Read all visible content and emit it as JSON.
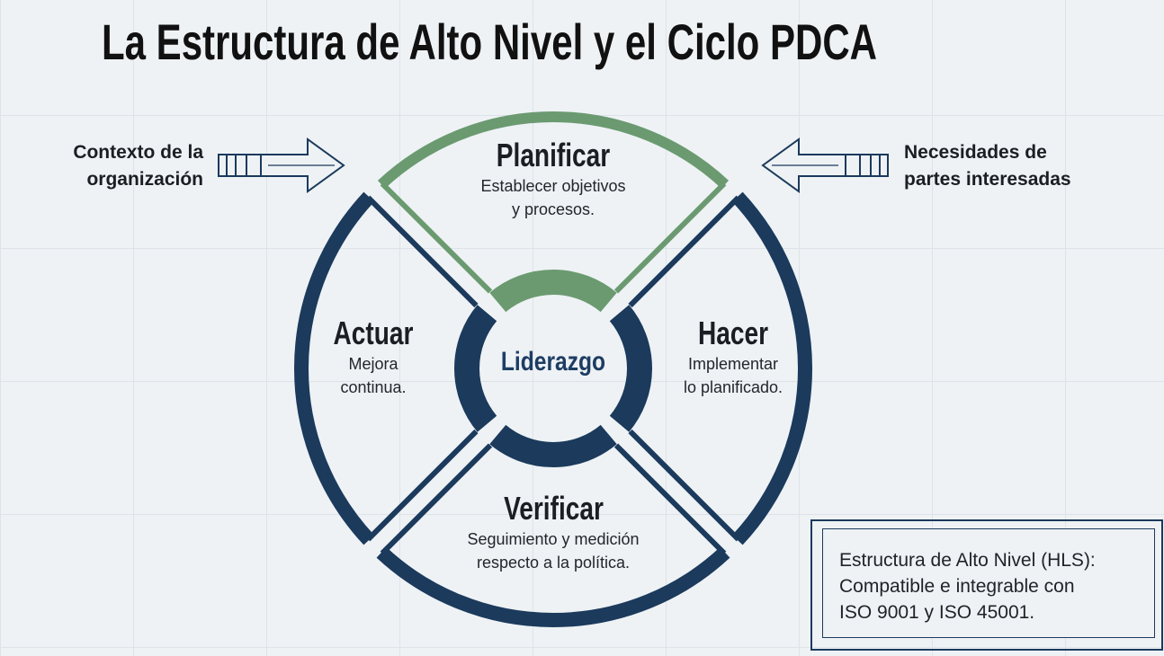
{
  "title": "La Estructura de Alto Nivel y el Ciclo PDCA",
  "inputs": {
    "left": {
      "line1": "Contexto de la",
      "line2": "organización"
    },
    "right": {
      "line1": "Necesidades de",
      "line2": "partes interesadas"
    }
  },
  "cycle": {
    "center": "Liderazgo",
    "quadrants": [
      {
        "title": "Planificar",
        "line1": "Establecer objetivos",
        "line2": "y procesos."
      },
      {
        "title": "Hacer",
        "line1": "Implementar",
        "line2": "lo planificado."
      },
      {
        "title": "Verificar",
        "line1": "Seguimiento y medición",
        "line2": "respecto a la política."
      },
      {
        "title": "Actuar",
        "line1": "Mejora",
        "line2": "continua."
      }
    ]
  },
  "note": {
    "line1": "Estructura de Alto Nivel (HLS):",
    "line2": "Compatible e integrable con",
    "line3": "ISO 9001 y ISO 45001."
  },
  "colors": {
    "green": "#6b9a70",
    "navy": "#1b3a5c"
  }
}
